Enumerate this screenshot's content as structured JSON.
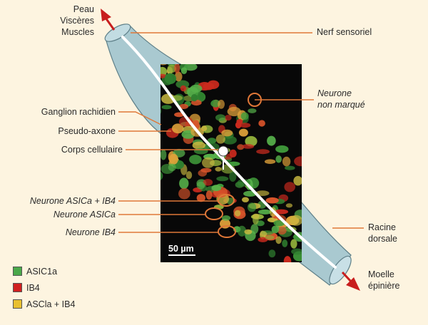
{
  "labels": {
    "skin_viscera_muscles": [
      "Peau",
      "Viscères",
      "Muscles"
    ],
    "sensory_nerve": "Nerf sensoriel",
    "dorsal_root_ganglion": "Ganglion rachidien",
    "pseudo_axon": "Pseudo-axone",
    "cell_body": "Corps cellulaire",
    "unlabeled_neuron": [
      "Neurone",
      "non marqué"
    ],
    "neuron_asic_ib4": "Neurone ASICa + IB4",
    "neuron_asic": "Neurone ASICa",
    "neuron_ib4": "Neurone IB4",
    "dorsal_root": [
      "Racine",
      "dorsale"
    ],
    "spinal_cord": [
      "Moelle",
      "épinière"
    ],
    "scale_bar": "50 µm"
  },
  "legend": [
    {
      "label": "ASIC1a",
      "color": "#4aa84a"
    },
    {
      "label": "IB4",
      "color": "#d02020"
    },
    {
      "label": "ASCla + IB4",
      "color": "#e8c030"
    }
  ],
  "colors": {
    "leader": "#e07838",
    "arrow": "#c81e1e",
    "nerve_fill": "#a9c9d0",
    "nerve_stroke": "#5e7f88",
    "axon": "#ffffff",
    "micrograph_bg": "#080808"
  }
}
